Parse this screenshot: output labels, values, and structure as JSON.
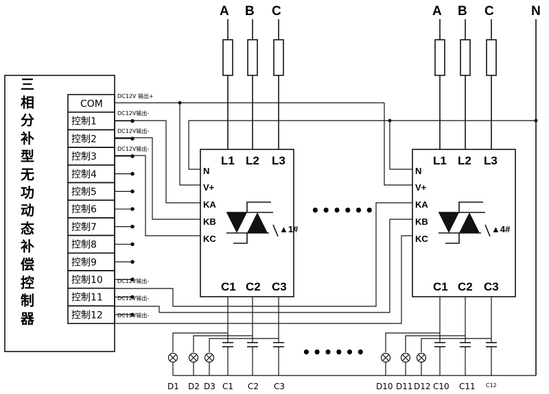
{
  "controller": {
    "title_chars": [
      "三",
      "相",
      "分",
      "补",
      "型",
      "无",
      "功",
      "动",
      "态",
      "补",
      "偿",
      "控",
      "制",
      "器"
    ],
    "ports": [
      "COM",
      "控制1",
      "控制2",
      "控制3",
      "控制4",
      "控制5",
      "控制6",
      "控制7",
      "控制8",
      "控制9",
      "控制10",
      "控制11",
      "控制12"
    ]
  },
  "port_notes": {
    "com": "DC12V 输出+",
    "p1": "DC12V输出-",
    "p2": "DC12V输出-",
    "p3": "DC12V输出-",
    "p10": "DC12V输出-",
    "p11": "DC12V输出-",
    "p12": "DC12V输出-"
  },
  "supply": {
    "phases": [
      "A",
      "B",
      "C"
    ],
    "neutral": "N"
  },
  "modules": [
    {
      "id": "1#",
      "inputs": [
        "L1",
        "L2",
        "L3"
      ],
      "pins": [
        "N",
        "V+",
        "KA",
        "KB",
        "KC"
      ],
      "outputs": [
        "C1",
        "C2",
        "C3"
      ]
    },
    {
      "id": "4#",
      "inputs": [
        "L1",
        "L2",
        "L3"
      ],
      "pins": [
        "N",
        "V+",
        "KA",
        "KB",
        "KC"
      ],
      "outputs": [
        "C1",
        "C2",
        "C3"
      ]
    }
  ],
  "ellipsis": "••••••",
  "bottom_labels": {
    "left": [
      "D1",
      "D2",
      "D3",
      "C1",
      "C2",
      "C3"
    ],
    "right": [
      "D10",
      "D11",
      "D12",
      "C10",
      "C11",
      "C12"
    ]
  }
}
